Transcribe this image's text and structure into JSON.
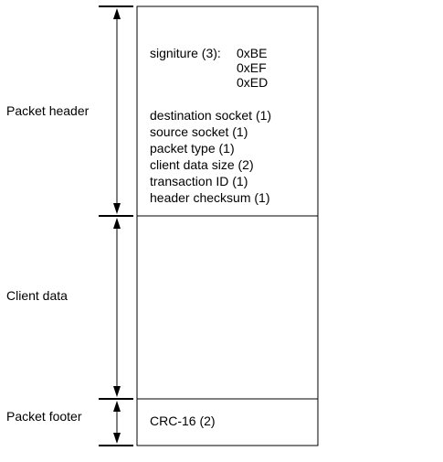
{
  "sections": [
    {
      "id": "header",
      "label": "Packet header",
      "fields": [
        {
          "name": "signiture (3):",
          "values": [
            "0xBE",
            "0xEF",
            "0xED"
          ]
        },
        {
          "name": "destination socket (1)"
        },
        {
          "name": "source socket (1)"
        },
        {
          "name": "packet type (1)"
        },
        {
          "name": "client data size (2)"
        },
        {
          "name": "transaction ID (1)"
        },
        {
          "name": "header checksum (1)"
        }
      ]
    },
    {
      "id": "client-data",
      "label": "Client data",
      "fields": []
    },
    {
      "id": "footer",
      "label": "Packet footer",
      "fields": [
        {
          "name": "CRC-16 (2)"
        }
      ]
    }
  ]
}
